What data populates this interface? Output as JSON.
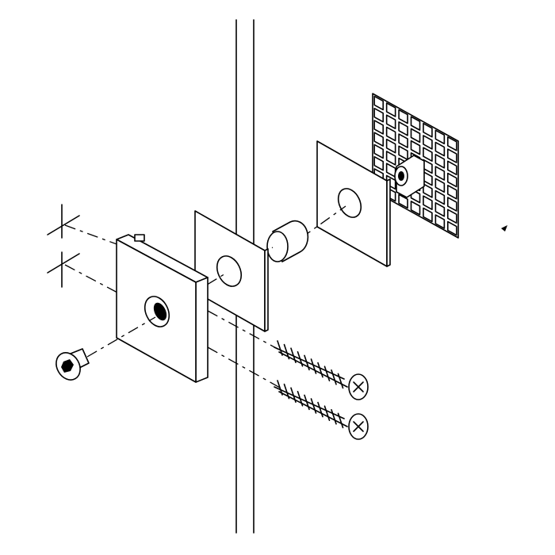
{
  "diagram": {
    "type": "exploded-assembly-drawing",
    "parts": [
      "glass-panel",
      "square-cover-plate",
      "square-base-plate",
      "cylindrical-spacer",
      "mounting-plate",
      "grid-adhesive-pad",
      "threaded-insert",
      "countersunk-hex-screw",
      "wood-screw",
      "wood-screw"
    ],
    "colors": {
      "line": "#000000",
      "background": "#ffffff"
    }
  }
}
